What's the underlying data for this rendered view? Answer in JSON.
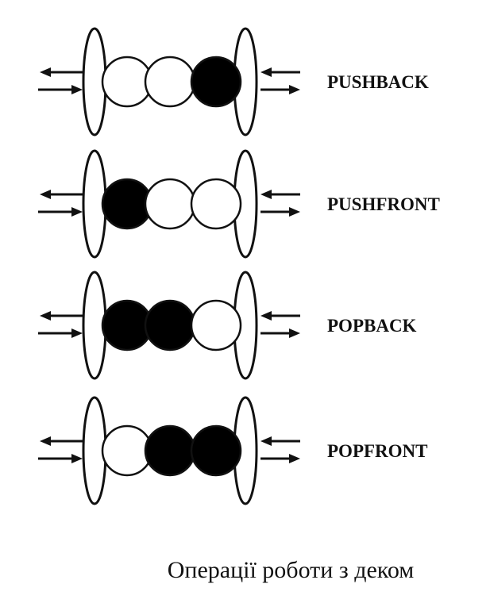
{
  "diagram": {
    "colors": {
      "ink": "#111111",
      "filled": "#000000",
      "empty": "#ffffff"
    },
    "rows": [
      {
        "label": "PUSHBACK",
        "cells": [
          "empty",
          "empty",
          "filled"
        ]
      },
      {
        "label": "PUSHFRONT",
        "cells": [
          "filled",
          "empty",
          "empty"
        ]
      },
      {
        "label": "POPBACK",
        "cells": [
          "filled",
          "filled",
          "empty"
        ]
      },
      {
        "label": "POPFRONT",
        "cells": [
          "empty",
          "filled",
          "filled"
        ]
      }
    ]
  },
  "caption": "Операції роботи з деком"
}
